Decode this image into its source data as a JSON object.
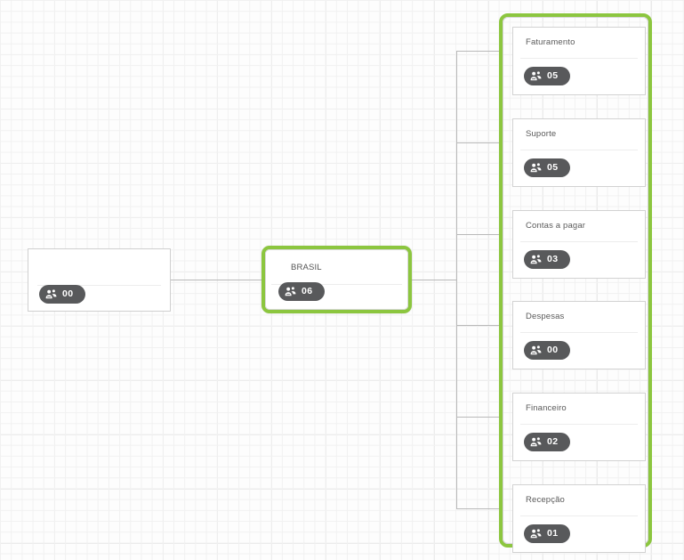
{
  "canvas": {
    "background_color": "#fdfdfd",
    "grid_minor_color": "#f1f1f1",
    "grid_major_color": "#e8e8e8",
    "selection_color": "#8cc63f",
    "badge_color": "#58595b",
    "connector_color": "#b9b9b9"
  },
  "root_node": {
    "title": "",
    "badge_icon": "group-people-icon",
    "count": "00"
  },
  "brasil_node": {
    "title": "BRASIL",
    "badge_icon": "group-people-icon",
    "count": "06",
    "selected": "true"
  },
  "group": {
    "selected": "true",
    "children": [
      {
        "title": "Faturamento",
        "count": "05",
        "badge_icon": "group-people-icon"
      },
      {
        "title": "Suporte",
        "count": "05",
        "badge_icon": "group-people-icon"
      },
      {
        "title": "Contas a pagar",
        "count": "03",
        "badge_icon": "group-people-icon"
      },
      {
        "title": "Despesas",
        "count": "00",
        "badge_icon": "group-people-icon"
      },
      {
        "title": "Financeiro",
        "count": "02",
        "badge_icon": "group-people-icon"
      },
      {
        "title": "Recepção",
        "count": "01",
        "badge_icon": "group-people-icon"
      }
    ]
  }
}
